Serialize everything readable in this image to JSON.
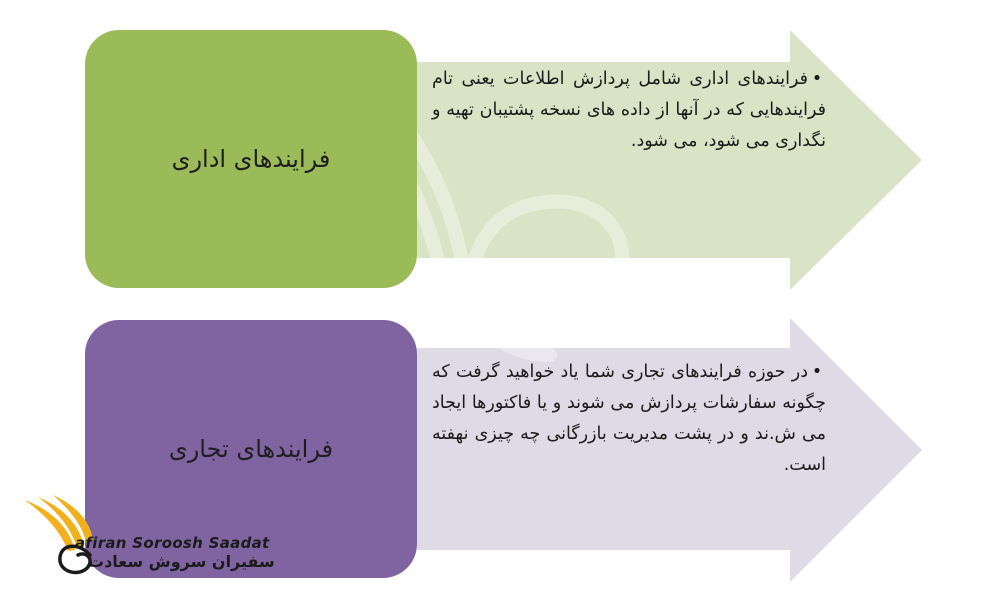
{
  "colors": {
    "green_box": "#9bbb59",
    "purple_box": "#8064a2",
    "green_arrow": "#d9e4c7",
    "purple_arrow": "#dfdbe6",
    "logo_gold": "#f2b11c"
  },
  "rows": [
    {
      "title": "فرایندهای اداری",
      "bullet_text": "فرایندهای اداری شامل پردازش اطلاعات یعنی تام فرایندهایی که در آنها از داده های نسخه پشتیبان  تهیه و نگداری می شود، می شود."
    },
    {
      "title": "فرایندهای تجاری",
      "bullet_text": "در حوزه فرایندهای تجاری شما یاد خواهید گرفت که چگونه سفارشات پردازش می شوند و یا فاکتورها ایجاد می ش.ند و در پشت مدیریت بازرگانی چه چیزی  نهفته است."
    }
  ],
  "logo": {
    "name_en": "afiran Soroosh Saadat",
    "name_fa": "سفیران سروش سعادت"
  }
}
